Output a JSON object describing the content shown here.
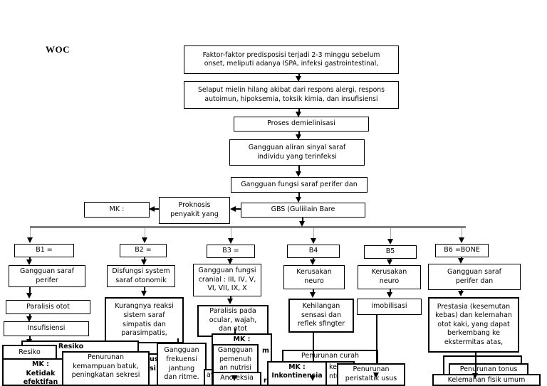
{
  "colors": {
    "line": "#000000",
    "stem": "#a8a8a8",
    "divider": "#7f7f7f",
    "background": "#ffffff",
    "text": "#000000"
  },
  "header": {
    "title": "WOC"
  },
  "flow": {
    "predisposisi": "Faktor-faktor predisposisi terjadi 2-3 minggu sebelum\nonset, meliputi adanya ISPA, infeksi gastrointestinal,",
    "selaput": "Selaput mielin hilang akibat dari respons alergi, respons\nautoimun, hipoksemia, toksik kimia, dan insufisiensi",
    "proses": "Proses demielinisasi",
    "aliran": "Gangguan aliran sinyal saraf\nindividu yang terinfeksi",
    "fungsi": "Gangguan fungsi saraf perifer dan",
    "mk": "MK :",
    "proknosis": "Proknosis\npenyakit yang",
    "gbs": "GBS (Guliilain Bare"
  },
  "branches": {
    "b1": {
      "label": "B1 =",
      "level2": "Gangguan saraf\nperifer",
      "level3": "Paralisis otot",
      "level4": "Insufisiensi",
      "resiko_back": "Resiko",
      "resiko_front": "Resiko",
      "mk": "MK :\nKetidak\nefektifan",
      "penurunan": "Penurunan\nkemampuan batuk,\npeningkatan sekresi",
      "fragment": "us\nsi"
    },
    "b2": {
      "label": "B2 =",
      "level2": "Disfungsi system\nsaraf otonomik",
      "level3": "Kurangnya reaksi\nsistem saraf\nsimpatis dan\nparasimpatis,",
      "gangguan_jantung": "Gangguan\nfrekuensi\njantung\ndan ritme."
    },
    "b3": {
      "label": "B3 =",
      "level2": "Gangguan fungsi\ncranial : III, IV, V,\nVI, VII, IX, X",
      "level3": "Paralisis pada\nocular, wajah,\ndan otot",
      "mk": "MK :",
      "mk_fragment_1": "m",
      "mk_fragment_2": "ri",
      "nutrisi": "Gangguan\npemenuh\nan nutrisi",
      "anoreksia": "Anoreksia",
      "fragment": "av"
    },
    "b4": {
      "label": "B4",
      "level2": "Kerusakan\nneuro",
      "level3": "Kehilangan\nsensasi dan\nreflek sfingter",
      "curah": "Penurunan curah",
      "mk": "MK :\nInkontinensia",
      "fragment": "ke\nntu",
      "peristaltik": "Penurunan\nperistaltik usus"
    },
    "b5": {
      "label": "B5",
      "level2": "Kerusakan\nneuro",
      "level3": "imobilisasi"
    },
    "b6": {
      "label": "B6 =BONE",
      "level2": "Gangguan saraf\nperifer  dan",
      "level3": "Prestasia (kesemutan\nkebas) dan kelemahan\notot kaki, yang dapat\nberkembang ke\nekstermitas atas,",
      "tonus": "Penurunan tonus",
      "kelemahan": "Kelemahan fisik umum"
    }
  }
}
